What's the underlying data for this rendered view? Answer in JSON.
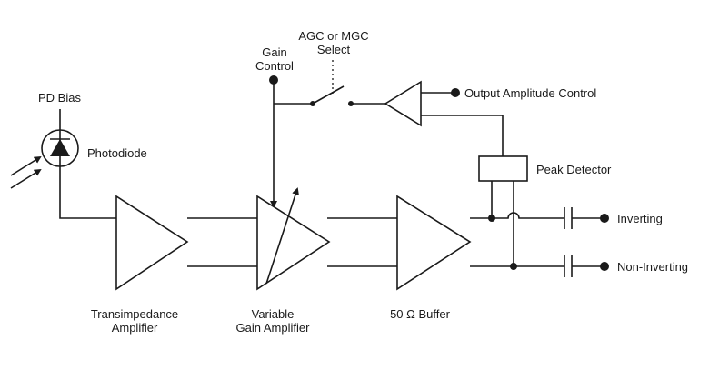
{
  "diagram": {
    "labels": {
      "pd_bias": "PD Bias",
      "photodiode": "Photodiode",
      "gain_control_1": "Gain",
      "gain_control_2": "Control",
      "agc_select_1": "AGC or MGC",
      "agc_select_2": "Select",
      "output_amplitude_control": "Output Amplitude Control",
      "peak_detector": "Peak Detector",
      "inverting": "Inverting",
      "non_inverting": "Non-Inverting",
      "tia_1": "Transimpedance",
      "tia_2": "Amplifier",
      "vga_1": "Variable",
      "vga_2": "Gain Amplifier",
      "buffer": "50 Ω Buffer"
    },
    "colors": {
      "stroke": "#1a1a1a",
      "background": "#ffffff"
    }
  }
}
